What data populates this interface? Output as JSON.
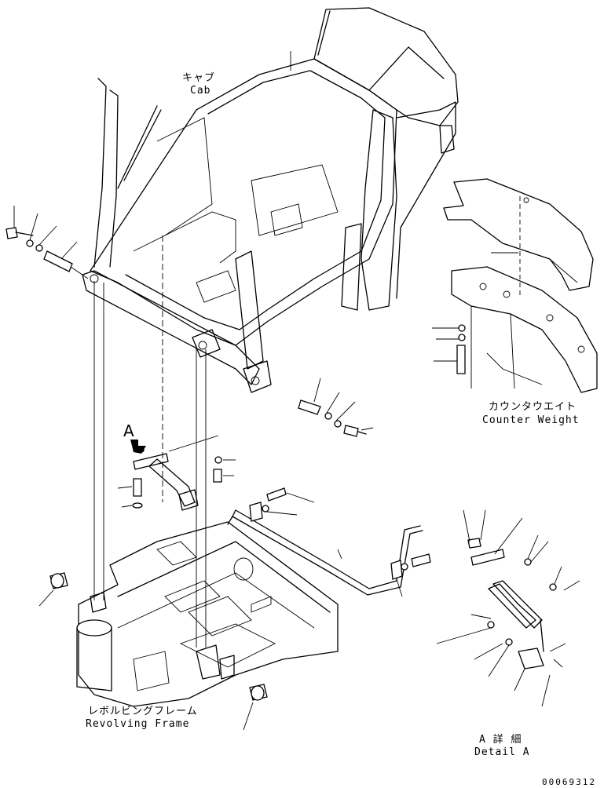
{
  "labels": {
    "cab_jp": "キャブ",
    "cab_en": "Cab",
    "counterweight_jp": "カウンタウエイト",
    "counterweight_en": "Counter Weight",
    "frame_jp": "レボルビングフレーム",
    "frame_en": "Revolving Frame",
    "detail_jp": "A 詳 細",
    "detail_en": "Detail A",
    "view_marker": "A",
    "drawing_code": "00069312"
  }
}
